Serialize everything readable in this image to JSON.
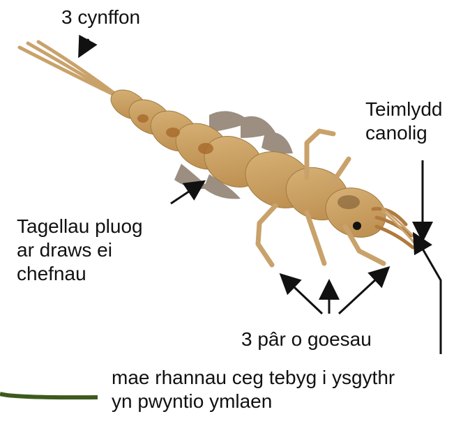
{
  "labels": {
    "tails": "3 cynffon",
    "antenna": "Teimlydd\ncanolig",
    "gills": "Tagellau pluog\nar draws ei\nchefnau",
    "legs": "3 pâr o goesau",
    "mouthparts": "mae rhannau ceg tebyg i ysgythr\nyn pwyntio ymlaen"
  },
  "colors": {
    "body": "#c9a56a",
    "body_dark": "#8a6230",
    "gill": "#8b7b6a",
    "arrow": "#111111",
    "underline": "#3d5a1e"
  }
}
